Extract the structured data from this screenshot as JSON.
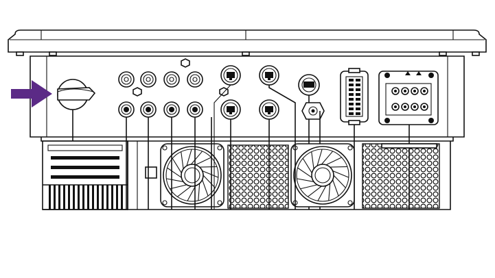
{
  "diagram": {
    "components": {
      "arrow": {
        "icon": "arrow-right-icon",
        "color": "#5b2a86"
      },
      "dc_switch": {
        "icon": "rotary-switch-icon"
      },
      "mc4_connectors": {
        "icon": "round-connector-icon",
        "count": 8
      },
      "rj45_ports": {
        "icon": "network-port-icon",
        "count": 4
      },
      "communication_port": {
        "icon": "usb-port-icon"
      },
      "vent_valve": {
        "icon": "hex-valve-icon"
      },
      "signal_port": {
        "icon": "multi-pin-port-icon"
      },
      "ac_terminal": {
        "icon": "ac-terminal-icon",
        "triangles": 2,
        "pins": 8
      },
      "cooling_fans": {
        "icon": "fan-icon",
        "count": 2
      },
      "mesh_grilles": {
        "icon": "mesh-grille-icon",
        "count": 2
      },
      "heatsink": {
        "icon": "heatsink-icon"
      }
    },
    "colors": {
      "line": "#111111",
      "background": "#ffffff",
      "accent": "#5b2a86"
    }
  }
}
